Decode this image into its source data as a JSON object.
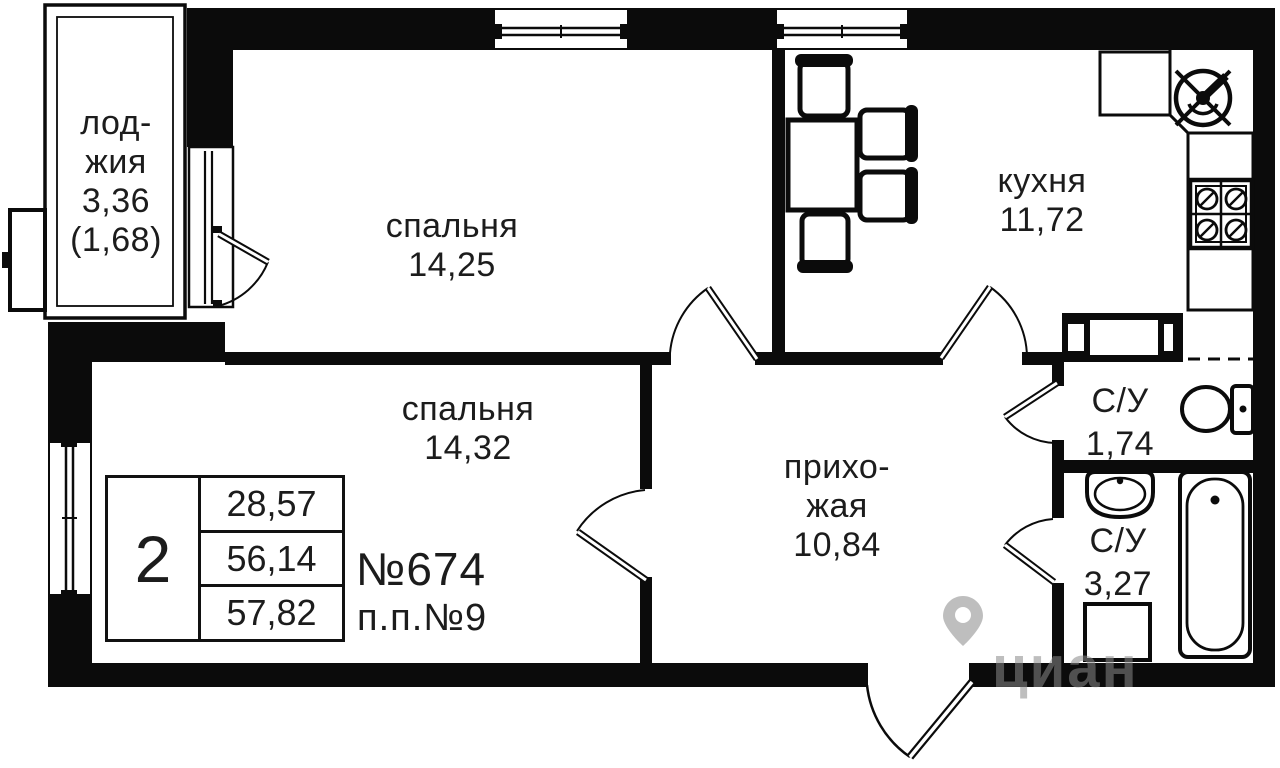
{
  "rooms": {
    "loggia": {
      "lines": [
        "лод-",
        "жия",
        "3,36",
        "(1,68)"
      ]
    },
    "bedroom1": {
      "name": "спальня",
      "area": "14,25"
    },
    "kitchen": {
      "name": "кухня",
      "area": "11,72"
    },
    "bedroom2": {
      "name": "спальня",
      "area": "14,32"
    },
    "hallway": {
      "lines": [
        "прихо-",
        "жая",
        "10,84"
      ]
    },
    "bathroom1": {
      "name": "С/У",
      "area": "1,74"
    },
    "bathroom2": {
      "name": "С/У",
      "area": "3,27"
    }
  },
  "info_box": {
    "rooms_count": "2",
    "areas": [
      "28,57",
      "56,14",
      "57,82"
    ],
    "apartment_number": "№674",
    "note": "п.п.№9"
  },
  "watermark": {
    "text": "циан"
  },
  "colors": {
    "wall": "#0b0b0b",
    "text": "#1c1c1c",
    "watermark": "#8a8a8a"
  }
}
